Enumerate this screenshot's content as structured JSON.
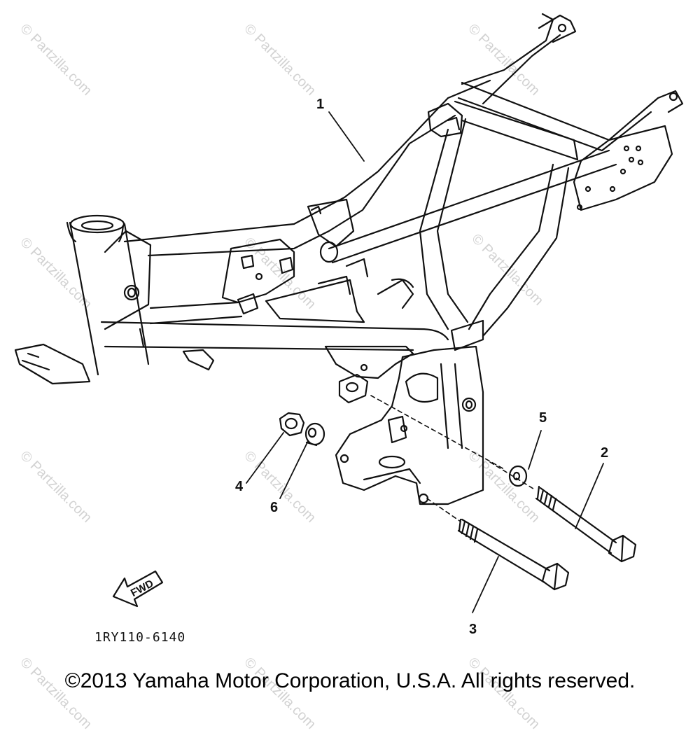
{
  "watermark": "© Partzilla.com",
  "parts": [
    {
      "number": "1",
      "name": "frame"
    },
    {
      "number": "2",
      "name": "bolt-long"
    },
    {
      "number": "3",
      "name": "bolt-lower"
    },
    {
      "number": "4",
      "name": "nut"
    },
    {
      "number": "5",
      "name": "washer-right"
    },
    {
      "number": "6",
      "name": "washer-left"
    }
  ],
  "direction_label": "FWD",
  "diagram_code": "1RY110-6140",
  "copyright": "©2013 Yamaha Motor Corporation, U.S.A. All rights reserved.",
  "line_color": "#111111"
}
